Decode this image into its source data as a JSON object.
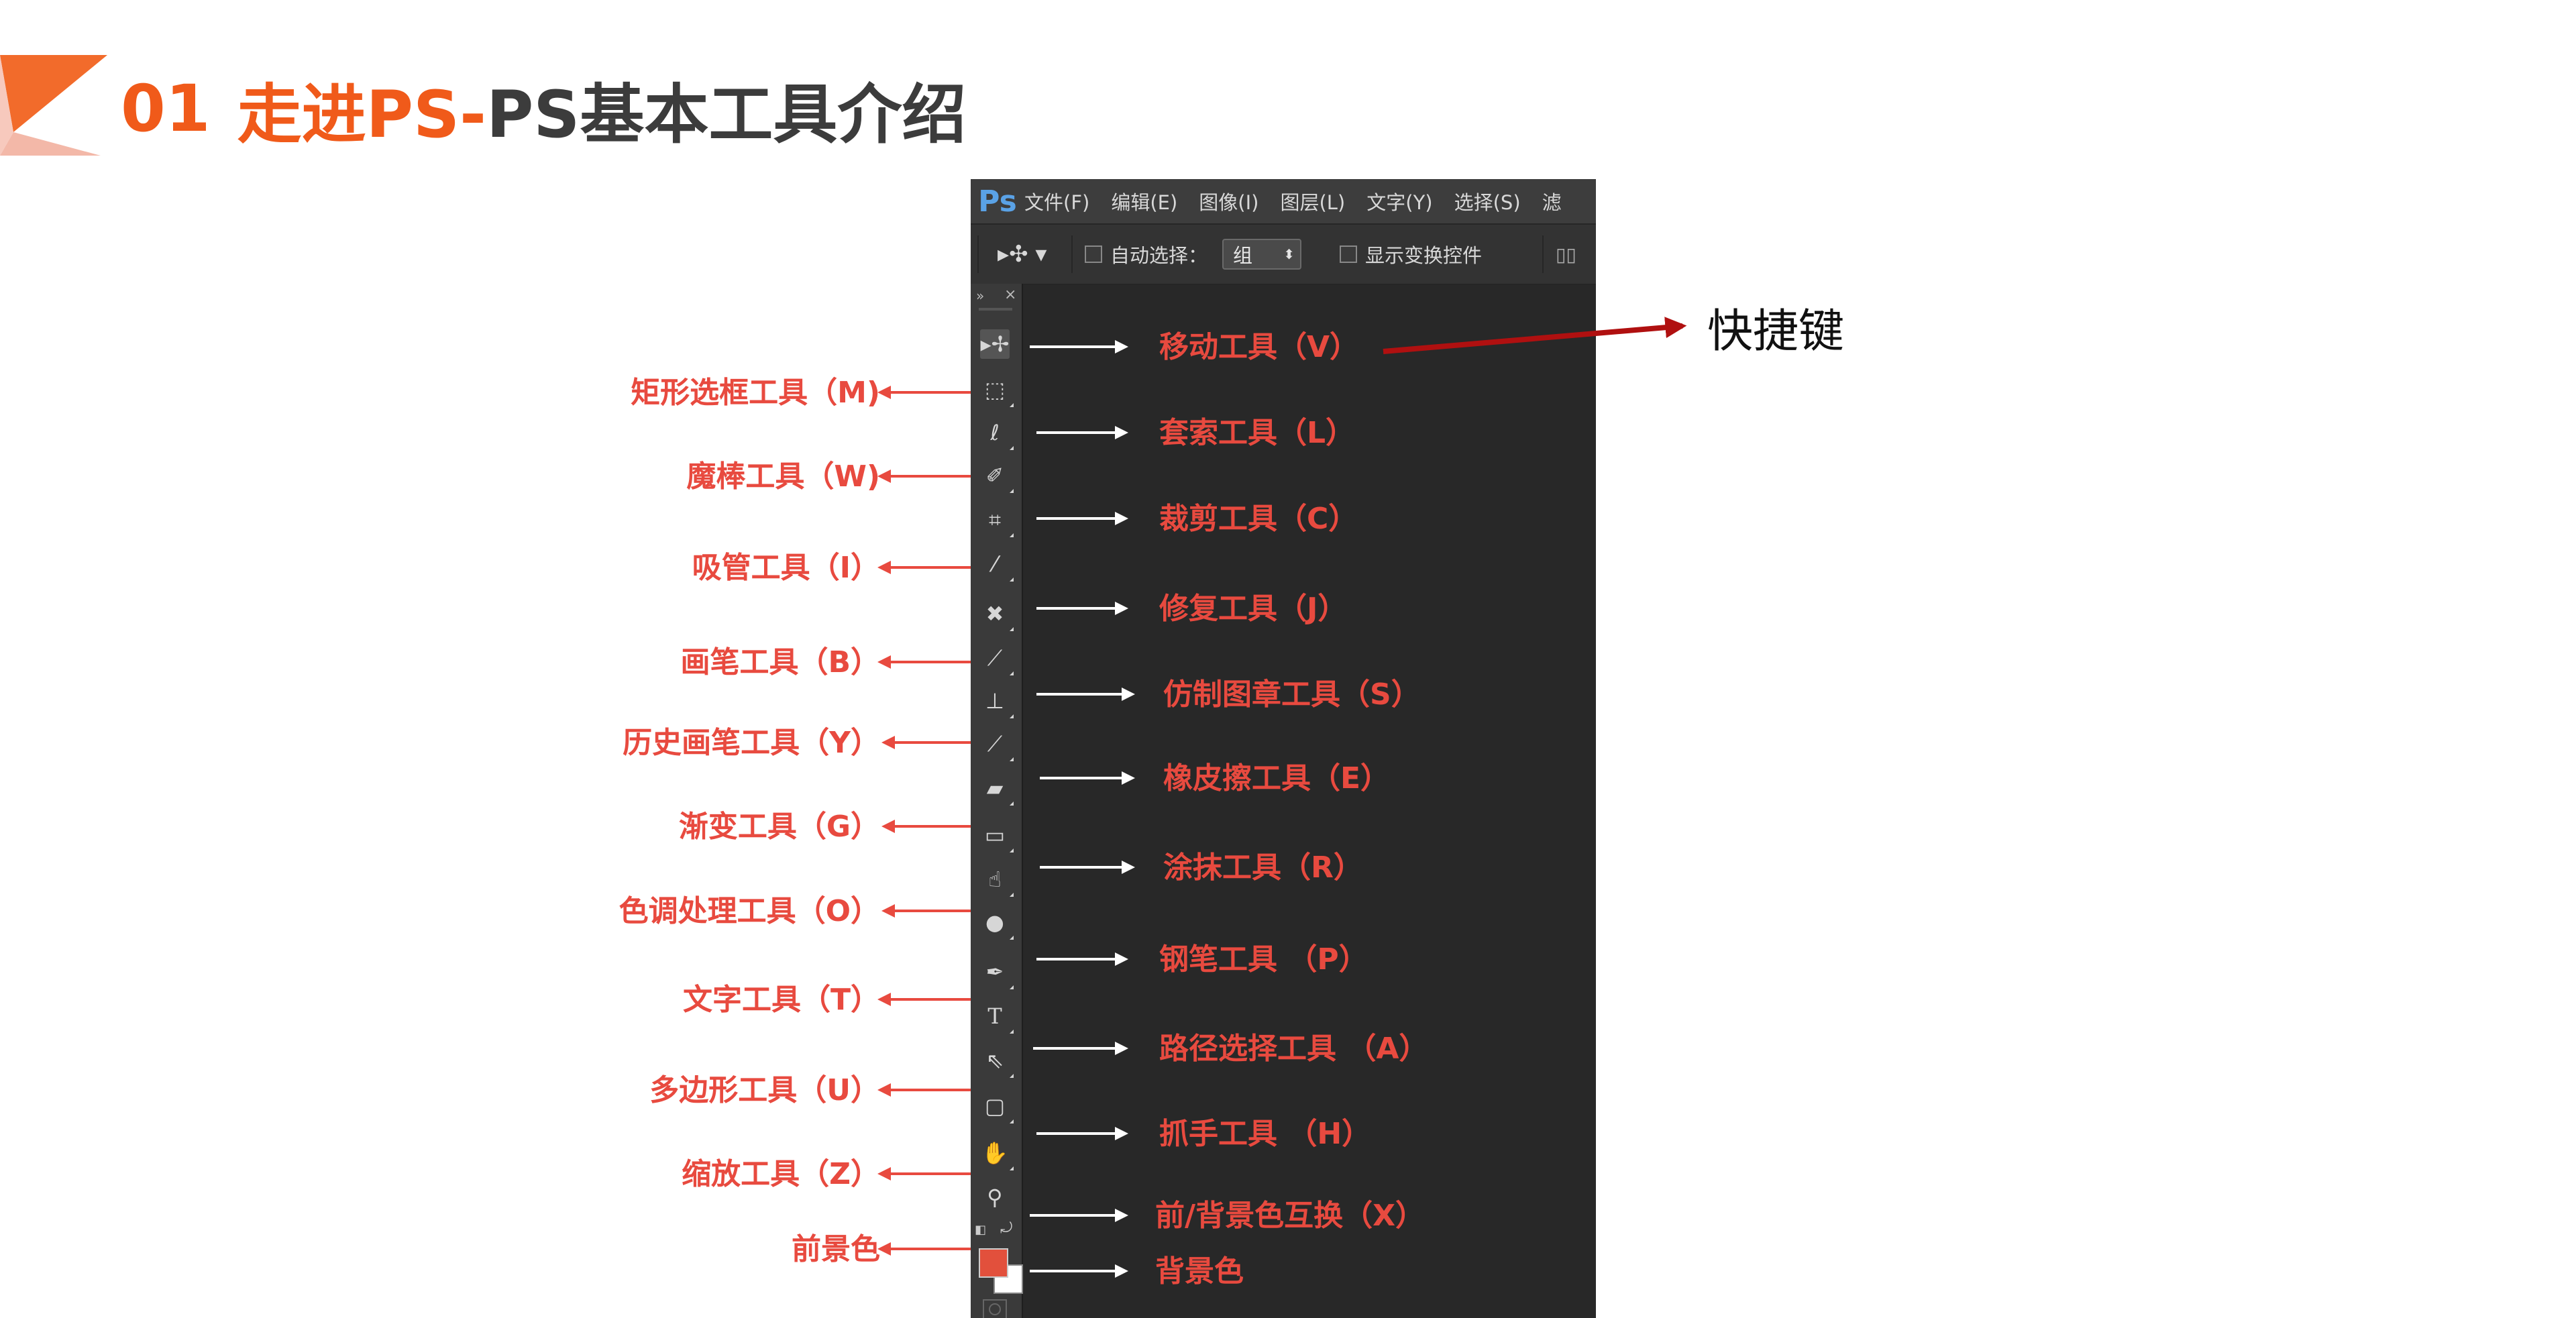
{
  "slide": {
    "number": "01",
    "title_part1": "走进PS-",
    "title_part2": "PS基本工具介绍",
    "accent_color": "#f05a1a",
    "label_color": "#e84a3f"
  },
  "ps_window": {
    "logo": "Ps",
    "menu": [
      "文件(F)",
      "编辑(E)",
      "图像(I)",
      "图层(L)",
      "文字(Y)",
      "选择(S)",
      "滤"
    ],
    "options_bar": {
      "auto_select_label": "自动选择：",
      "auto_select_value": "组",
      "show_transform_label": "显示变换控件"
    }
  },
  "right_labels": [
    {
      "text": "移动工具（V）",
      "icon": "move-tool-icon"
    },
    {
      "text": "套索工具（L）",
      "icon": "lasso-tool-icon"
    },
    {
      "text": "裁剪工具（C）",
      "icon": "crop-tool-icon"
    },
    {
      "text": "修复工具（J）",
      "icon": "healing-tool-icon"
    },
    {
      "text": "仿制图章工具（S）",
      "icon": "clone-stamp-tool-icon"
    },
    {
      "text": "橡皮擦工具（E）",
      "icon": "eraser-tool-icon"
    },
    {
      "text": "涂抹工具（R）",
      "icon": "smudge-tool-icon"
    },
    {
      "text": "钢笔工具 （P）",
      "icon": "pen-tool-icon"
    },
    {
      "text": "路径选择工具 （A）",
      "icon": "path-select-tool-icon"
    },
    {
      "text": "抓手工具 （H）",
      "icon": "hand-tool-icon"
    },
    {
      "text": "前/背景色互换（X）",
      "icon": "swap-colors-icon"
    },
    {
      "text": "背景色",
      "icon": "background-color-swatch"
    }
  ],
  "left_labels": [
    {
      "text": "矩形选框工具（M)",
      "icon": "marquee-tool-icon"
    },
    {
      "text": "魔棒工具（W)",
      "icon": "magic-wand-tool-icon"
    },
    {
      "text": "吸管工具（I）",
      "icon": "eyedropper-tool-icon"
    },
    {
      "text": "画笔工具（B）",
      "icon": "brush-tool-icon"
    },
    {
      "text": "历史画笔工具（Y）",
      "icon": "history-brush-tool-icon"
    },
    {
      "text": "渐变工具（G）",
      "icon": "gradient-tool-icon"
    },
    {
      "text": "色调处理工具（O）",
      "icon": "dodge-tool-icon"
    },
    {
      "text": "文字工具（T）",
      "icon": "type-tool-icon"
    },
    {
      "text": "多边形工具（U）",
      "icon": "shape-tool-icon"
    },
    {
      "text": "缩放工具（Z）",
      "icon": "zoom-tool-icon"
    },
    {
      "text": "前景色",
      "icon": "foreground-color-swatch"
    }
  ],
  "shortcut_label": "快捷键"
}
